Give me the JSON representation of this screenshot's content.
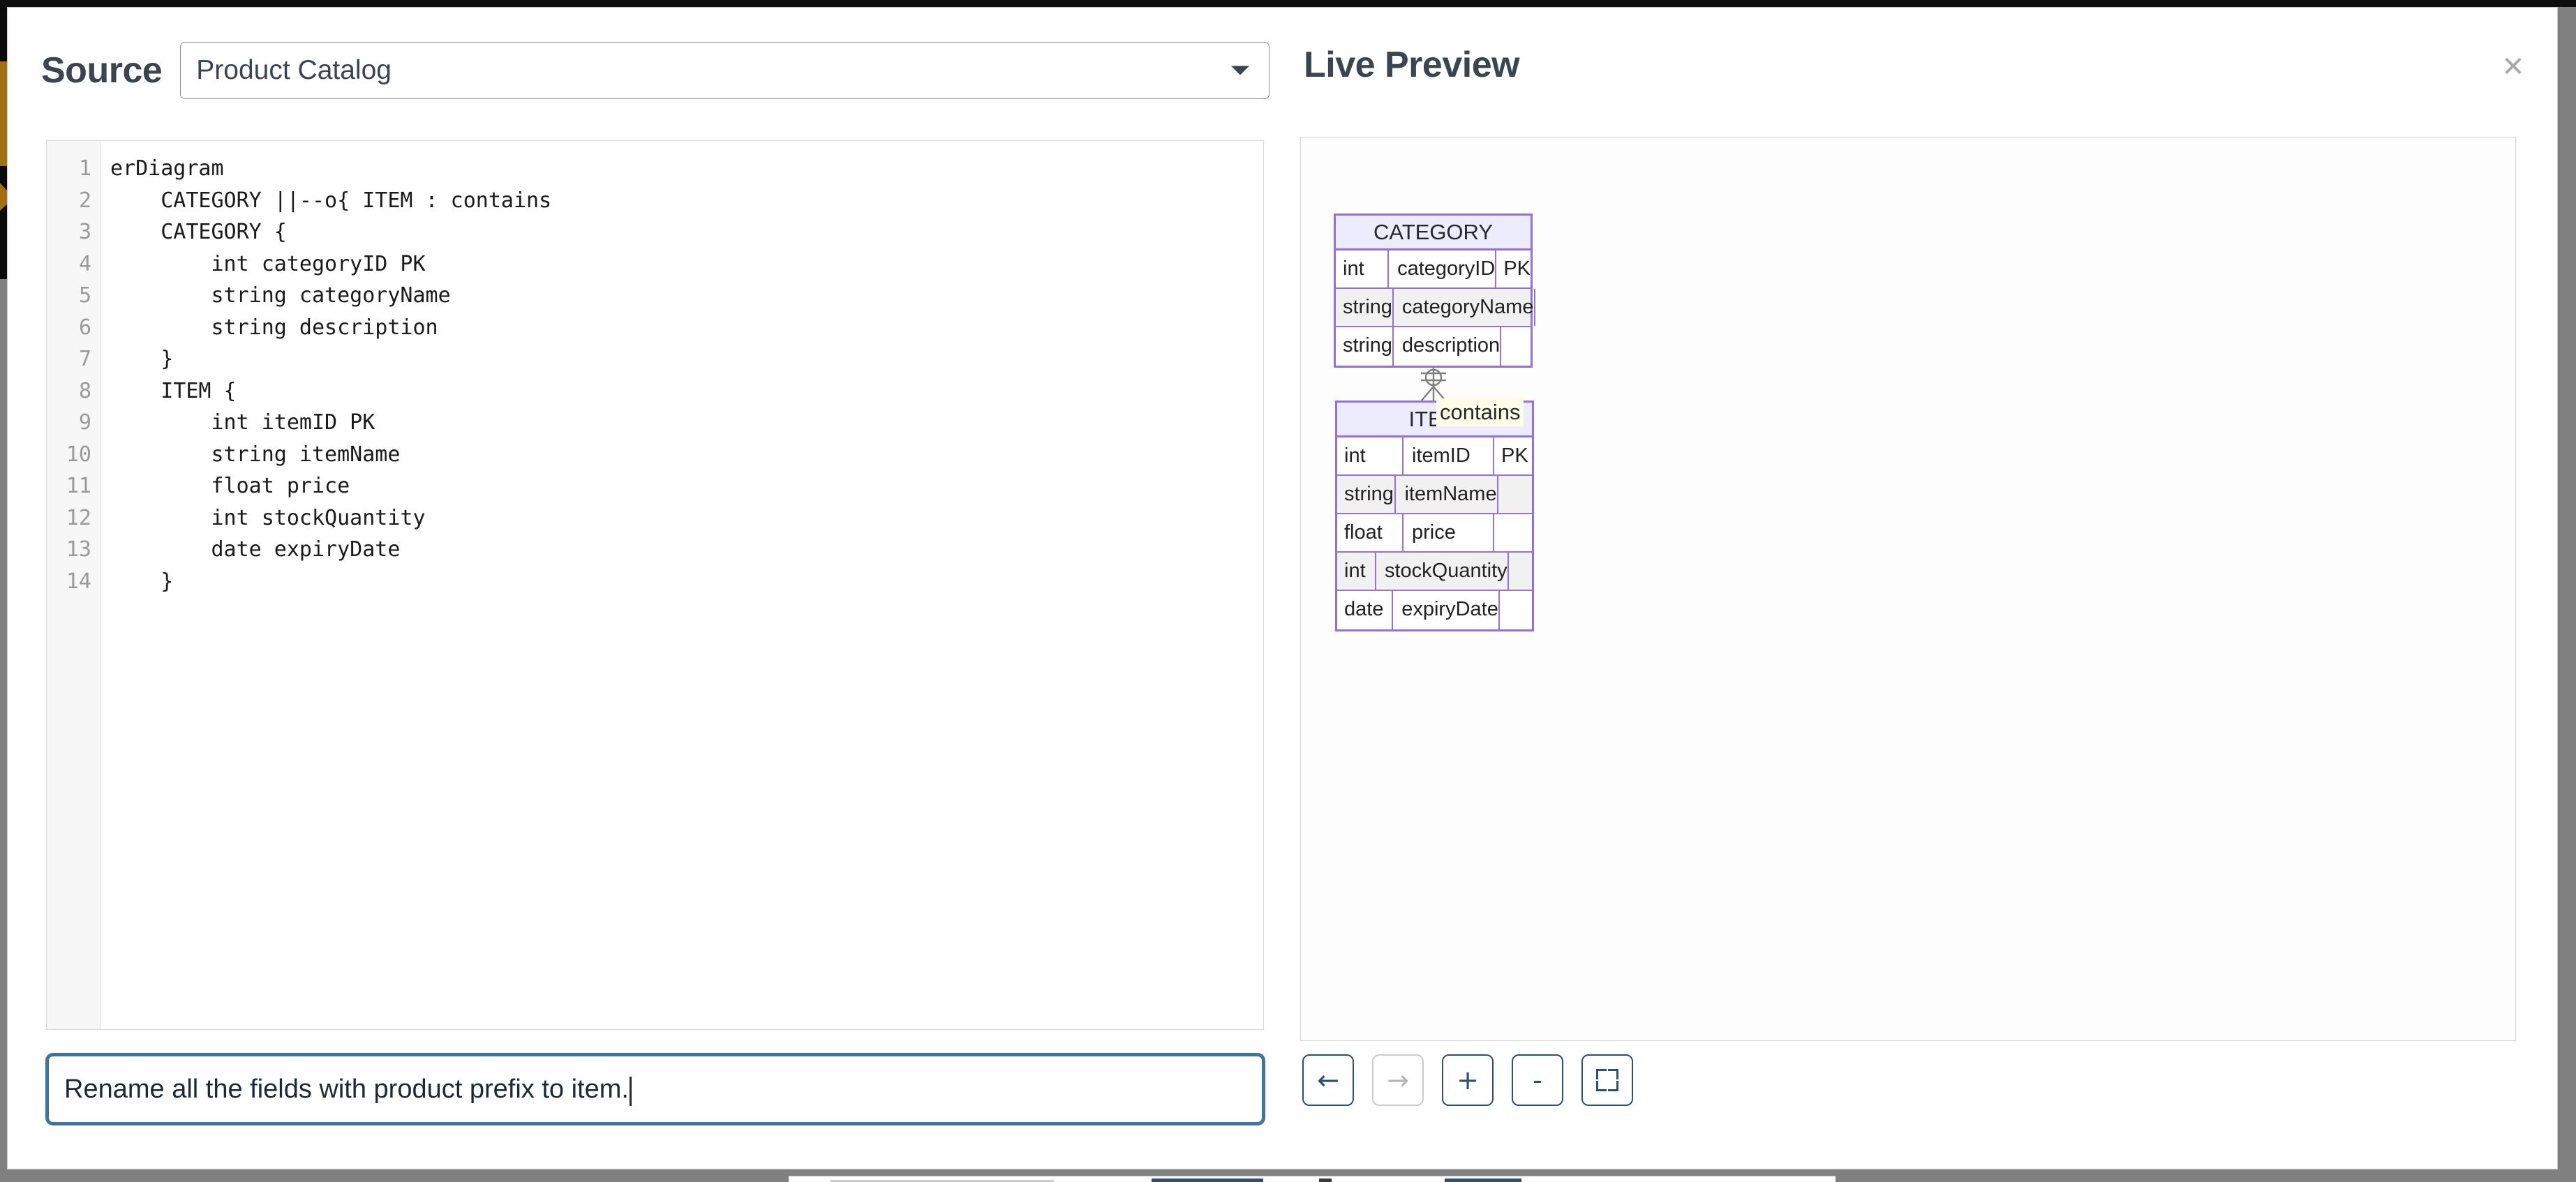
{
  "modal": {
    "close_label": "✕"
  },
  "source": {
    "title": "Source",
    "select": {
      "value": "Product Catalog",
      "caret_icon": "chevron-down-icon"
    },
    "editor": {
      "line_numbers": [
        1,
        2,
        3,
        4,
        5,
        6,
        7,
        8,
        9,
        10,
        11,
        12,
        13,
        14
      ],
      "lines": [
        "erDiagram",
        "    CATEGORY ||--o{ ITEM : contains",
        "    CATEGORY {",
        "        int categoryID PK",
        "        string categoryName",
        "        string description",
        "    }",
        "    ITEM {",
        "        int itemID PK",
        "        string itemName",
        "        float price",
        "        int stockQuantity",
        "        date expiryDate",
        "    }"
      ]
    },
    "prompt": {
      "value": "Rename all the fields with product prefix to item.",
      "placeholder": ""
    }
  },
  "preview": {
    "title": "Live Preview",
    "toolbar": [
      {
        "name": "undo-button",
        "label": "←",
        "disabled": false
      },
      {
        "name": "redo-button",
        "label": "→",
        "disabled": true
      },
      {
        "name": "zoom-in-button",
        "label": "+",
        "disabled": false
      },
      {
        "name": "zoom-out-button",
        "label": "-",
        "disabled": false
      },
      {
        "name": "fit-screen-button",
        "label": "",
        "disabled": false
      }
    ]
  },
  "diagram": {
    "type": "erDiagram",
    "colors": {
      "entity_border": "#9370db",
      "entity_header_fill": "#ececfd",
      "row_alt_fill": "#f1f1f1",
      "relationship_line": "#7f7f7f",
      "label_background": "#fdfde8"
    },
    "entities": [
      {
        "name": "CATEGORY",
        "attributes": [
          {
            "type": "int",
            "field": "categoryID",
            "key": "PK"
          },
          {
            "type": "string",
            "field": "categoryName",
            "key": ""
          },
          {
            "type": "string",
            "field": "description",
            "key": ""
          }
        ]
      },
      {
        "name": "ITEM",
        "attributes": [
          {
            "type": "int",
            "field": "itemID",
            "key": "PK"
          },
          {
            "type": "string",
            "field": "itemName",
            "key": ""
          },
          {
            "type": "float",
            "field": "price",
            "key": ""
          },
          {
            "type": "int",
            "field": "stockQuantity",
            "key": ""
          },
          {
            "type": "date",
            "field": "expiryDate",
            "key": ""
          }
        ]
      }
    ],
    "relationships": [
      {
        "from": "CATEGORY",
        "to": "ITEM",
        "label": "contains",
        "cardinality": "||--o{",
        "from_notation": "exactly-one",
        "to_notation": "zero-or-many"
      }
    ]
  }
}
